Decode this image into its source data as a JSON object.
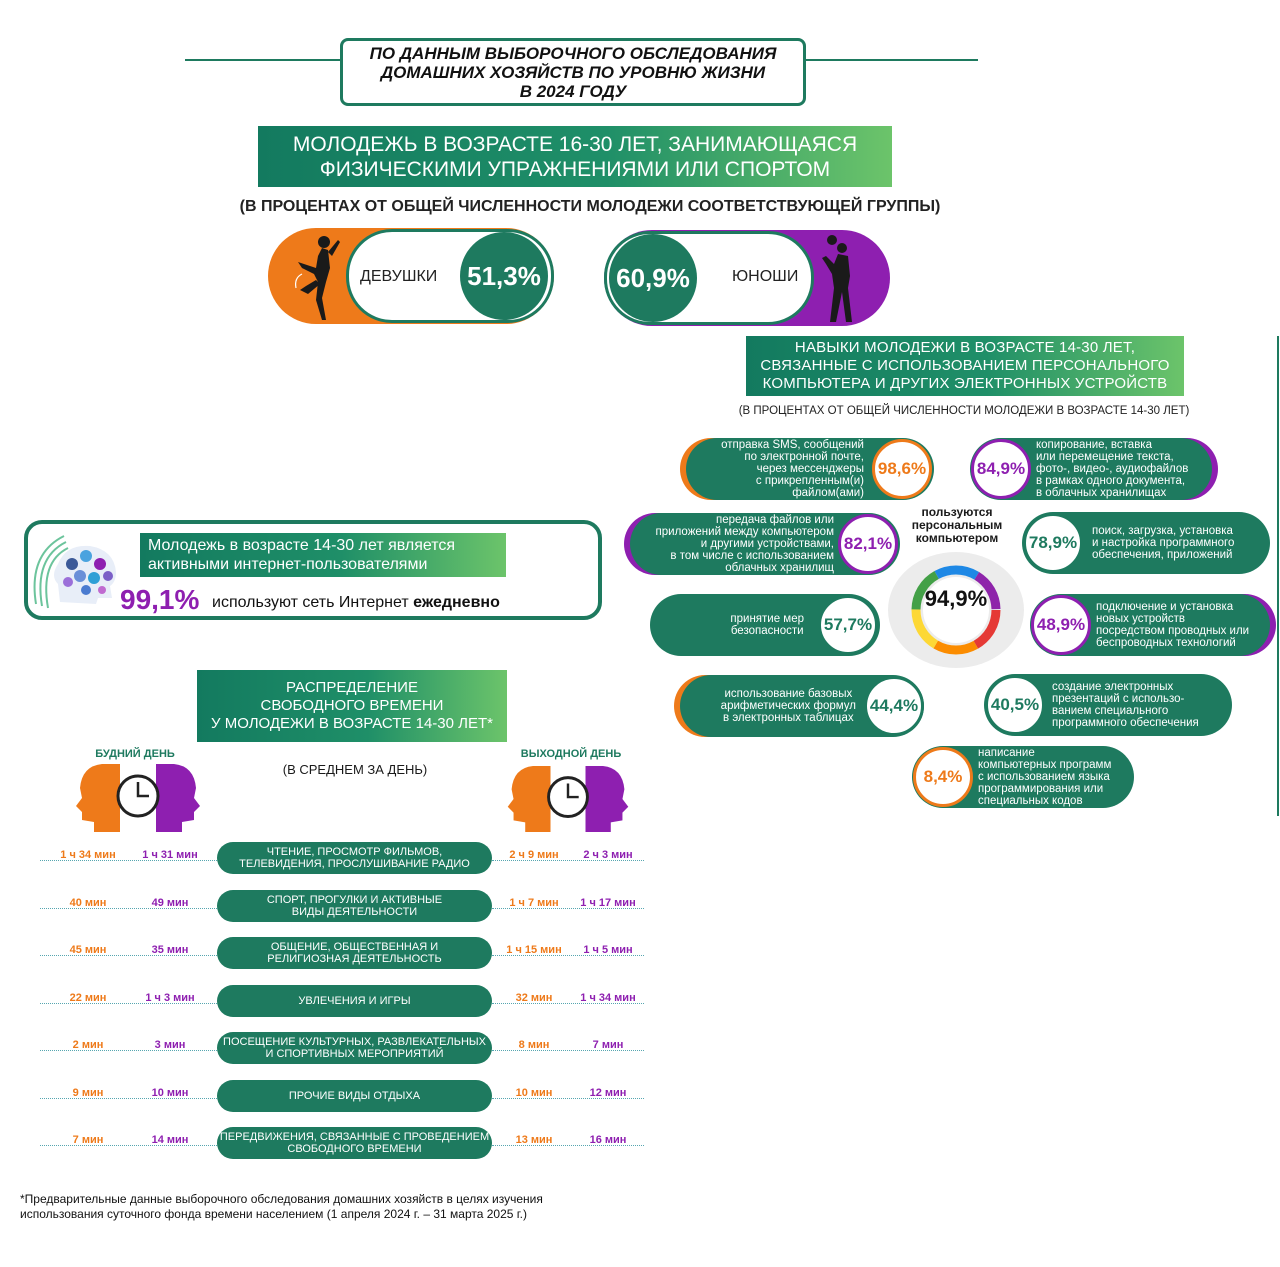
{
  "header": {
    "lines": [
      "ПО ДАННЫМ ВЫБОРОЧНОГО ОБСЛЕДОВАНИЯ",
      "ДОМАШНИХ ХОЗЯЙСТВ ПО УРОВНЮ ЖИЗНИ",
      "В 2024 ГОДУ"
    ]
  },
  "sport": {
    "title_lines": [
      "МОЛОДЕЖЬ В ВОЗРАСТЕ 16-30 ЛЕТ, ЗАНИМАЮЩАЯСЯ",
      "ФИЗИЧЕСКИМИ УПРАЖНЕНИЯМИ ИЛИ СПОРТОМ"
    ],
    "subtitle": "(В ПРОЦЕНТАХ ОТ ОБЩЕЙ ЧИСЛЕННОСТИ МОЛОДЕЖИ СООТВЕТСТВУЮЩЕЙ ГРУППЫ)",
    "girls": {
      "label": "ДЕВУШКИ",
      "value": "51,3%",
      "color": "#ee7a1a"
    },
    "boys": {
      "label": "ЮНОШИ",
      "value": "60,9%",
      "color": "#8e1fb0"
    }
  },
  "internet": {
    "band_lines": [
      "Молодежь в возрасте 14-30 лет является",
      "активными интернет-пользователями"
    ],
    "value": "99,1%",
    "text": "используют сеть Интернет",
    "emph": "ежедневно"
  },
  "skills": {
    "title_lines": [
      "НАВЫКИ МОЛОДЕЖИ В ВОЗРАСТЕ 14-30 ЛЕТ,",
      "СВЯЗАННЫЕ С ИСПОЛЬЗОВАНИЕМ ПЕРСОНАЛЬНОГО",
      "КОМПЬЮТЕРА И ДРУГИХ ЭЛЕКТРОННЫХ  УСТРОЙСТВ"
    ],
    "subtitle": "(В ПРОЦЕНТАХ ОТ ОБЩЕЙ ЧИСЛЕННОСТИ МОЛОДЕЖИ В ВОЗРАСТЕ 14-30 ЛЕТ)",
    "center_label_lines": [
      "пользуются",
      "персональным",
      "компьютером"
    ],
    "center_value": "94,9%",
    "items": [
      {
        "value": "98,6%",
        "lines": [
          "отправка SMS, сообщений",
          "по электронной почте,",
          "через мессенджеры",
          "с прикрепленным(и)",
          "файлом(ами)"
        ]
      },
      {
        "value": "84,9%",
        "lines": [
          "копирование, вставка",
          "или перемещение текста,",
          "фото-, видео-, аудиофайлов",
          "в рамках одного документа,",
          "в облачных хранилищах"
        ]
      },
      {
        "value": "82,1%",
        "lines": [
          "передача файлов или",
          "приложений между компьютером",
          "и другими устройствами,",
          "в том числе с использованием",
          "облачных хранилищ"
        ]
      },
      {
        "value": "78,9%",
        "lines": [
          "поиск, загрузка, установка",
          "и настройка программного",
          "обеспечения, приложений"
        ]
      },
      {
        "value": "57,7%",
        "lines": [
          "принятие мер",
          "безопасности"
        ]
      },
      {
        "value": "48,9%",
        "lines": [
          "подключение и установка",
          "новых устройств",
          "посредством проводных или",
          "беспроводных технологий"
        ]
      },
      {
        "value": "44,4%",
        "lines": [
          "использование базовых",
          "арифметических формул",
          "в электронных таблицах"
        ]
      },
      {
        "value": "40,5%",
        "lines": [
          "создание электронных",
          "презентаций с исполь­зо-",
          "ванием специального",
          "программного обеспечения"
        ]
      },
      {
        "value": "8,4%",
        "lines": [
          "написание",
          "компьютерных программ",
          "с использованием языка",
          "программирования или",
          "специальных кодов"
        ]
      }
    ]
  },
  "leisure": {
    "title_lines": [
      "РАСПРЕДЕЛЕНИЕ",
      "СВОБОДНОГО ВРЕМЕНИ",
      "У МОЛОДЕЖИ В ВОЗРАСТЕ 14-30 ЛЕТ*"
    ],
    "subtitle": "(В СРЕДНЕМ ЗА ДЕНЬ)",
    "weekday_label": "БУДНИЙ ДЕНЬ",
    "weekend_label": "ВЫХОДНОЙ ДЕНЬ",
    "rows": [
      {
        "lines": [
          "ЧТЕНИЕ, ПРОСМОТР ФИЛЬМОВ,",
          "ТЕЛЕВИДЕНИЯ, ПРОСЛУШИВАНИЕ РАДИО"
        ],
        "wd_f": "1 ч 34 мин",
        "wd_m": "1 ч 31 мин",
        "we_f": "2 ч 9 мин",
        "we_m": "2 ч 3 мин"
      },
      {
        "lines": [
          "СПОРТ, ПРОГУЛКИ И АКТИВНЫЕ",
          "ВИДЫ ДЕЯТЕЛЬНОСТИ"
        ],
        "wd_f": "40 мин",
        "wd_m": "49 мин",
        "we_f": "1 ч 7 мин",
        "we_m": "1 ч 17 мин"
      },
      {
        "lines": [
          "ОБЩЕНИЕ, ОБЩЕСТВЕННАЯ И",
          "РЕЛИГИОЗНАЯ ДЕЯТЕЛЬНОСТЬ"
        ],
        "wd_f": "45 мин",
        "wd_m": "35 мин",
        "we_f": "1 ч 15 мин",
        "we_m": "1 ч 5 мин"
      },
      {
        "lines": [
          "УВЛЕЧЕНИЯ И ИГРЫ"
        ],
        "wd_f": "22 мин",
        "wd_m": "1 ч 3 мин",
        "we_f": "32 мин",
        "we_m": "1 ч 34 мин"
      },
      {
        "lines": [
          "ПОСЕЩЕНИЕ КУЛЬТУРНЫХ, РАЗВЛЕКАТЕЛЬНЫХ",
          "И СПОРТИВНЫХ МЕРОПРИЯТИЙ"
        ],
        "wd_f": "2 мин",
        "wd_m": "3 мин",
        "we_f": "8 мин",
        "we_m": "7 мин"
      },
      {
        "lines": [
          "ПРОЧИЕ ВИДЫ ОТДЫХА"
        ],
        "wd_f": "9 мин",
        "wd_m": "10 мин",
        "we_f": "10 мин",
        "we_m": "12 мин"
      },
      {
        "lines": [
          "ПЕРЕДВИЖЕНИЯ, СВЯЗАННЫЕ С ПРОВЕДЕНИЕМ",
          "СВОБОДНОГО ВРЕМЕНИ"
        ],
        "wd_f": "7 мин",
        "wd_m": "14 мин",
        "we_f": "13 мин",
        "we_m": "16 мин"
      }
    ]
  },
  "footnote": {
    "lines": [
      "*Предварительные данные выборочного обследования домашних хозяйств в целях изучения",
      "использования суточного фонда времени населением (1 апреля 2024 г. – 31 марта 2025 г.)"
    ]
  },
  "colors": {
    "green": "#1e7a5f",
    "orange": "#ee7a1a",
    "purple": "#8e1fb0"
  }
}
